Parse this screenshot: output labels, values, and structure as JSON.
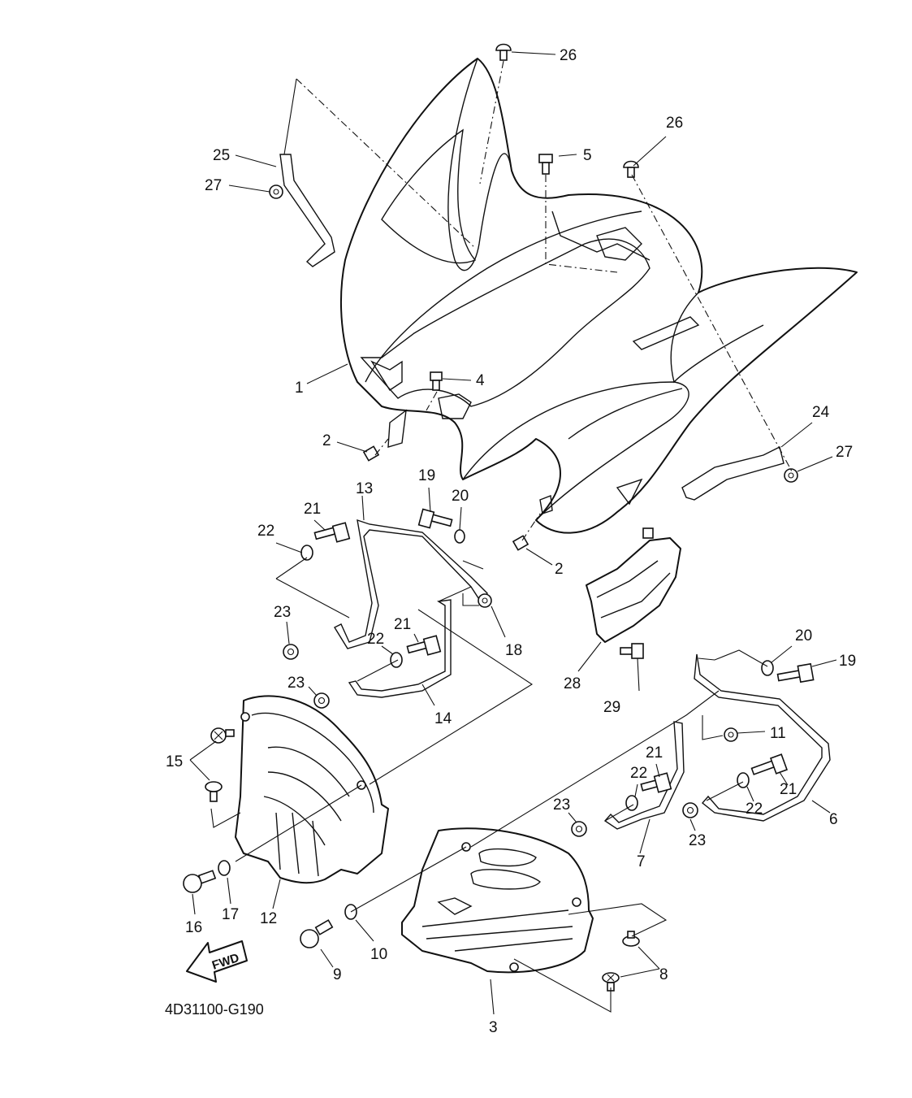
{
  "diagram_code": "4D31100-G190",
  "fwd_label": "FWD",
  "callouts": [
    "1",
    "2",
    "2",
    "3",
    "4",
    "5",
    "6",
    "7",
    "8",
    "9",
    "10",
    "11",
    "12",
    "13",
    "14",
    "15",
    "16",
    "17",
    "18",
    "19",
    "19",
    "20",
    "20",
    "21",
    "21",
    "21",
    "21",
    "22",
    "22",
    "22",
    "22",
    "23",
    "23",
    "23",
    "23",
    "24",
    "25",
    "26",
    "26",
    "27",
    "27",
    "28",
    "29"
  ]
}
